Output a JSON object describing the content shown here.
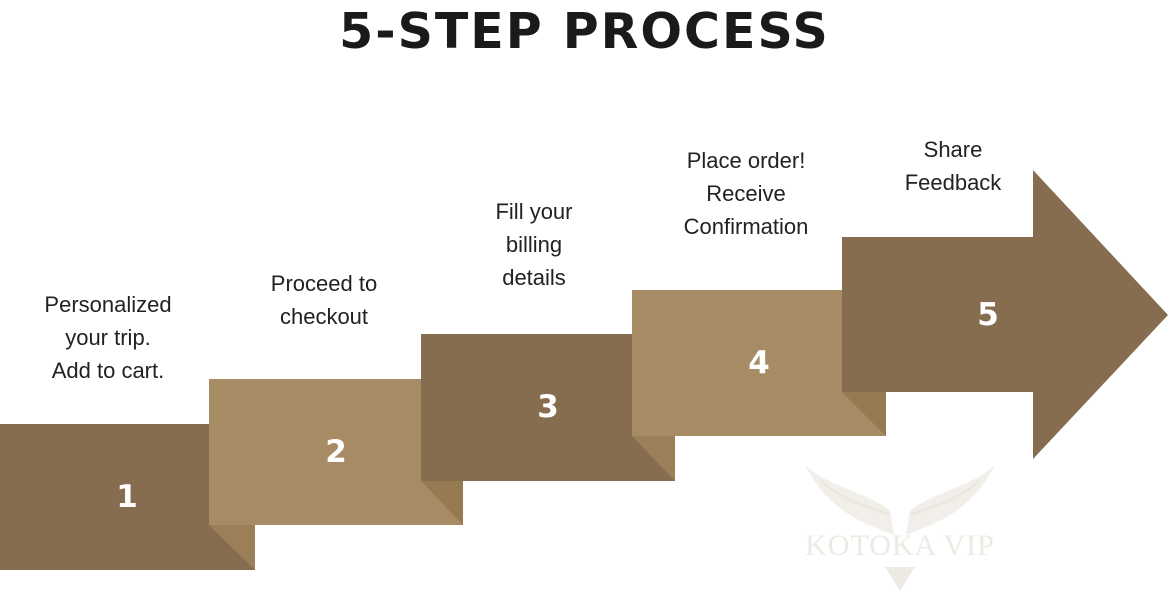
{
  "title": "5-STEP PROCESS",
  "colors": {
    "dark": "#876d4f",
    "light": "#a68b64",
    "fold_dark": "#9a7f58",
    "fold_light": "#957a52",
    "title": "#1a1a1a",
    "text": "#222222",
    "watermark": "#ece8e1"
  },
  "steps": [
    {
      "number": "1",
      "label_lines": [
        "Personalized",
        "your trip.",
        "Add to cart."
      ]
    },
    {
      "number": "2",
      "label_lines": [
        "Proceed to",
        "checkout"
      ]
    },
    {
      "number": "3",
      "label_lines": [
        "Fill your",
        "billing",
        "details"
      ]
    },
    {
      "number": "4",
      "label_lines": [
        "Place order!",
        "Receive",
        "Confirmation"
      ]
    },
    {
      "number": "5",
      "label_lines": [
        "Share",
        "Feedback"
      ]
    }
  ],
  "watermark": {
    "text": "KOTOKA VIP",
    "icon": "wings-icon"
  }
}
